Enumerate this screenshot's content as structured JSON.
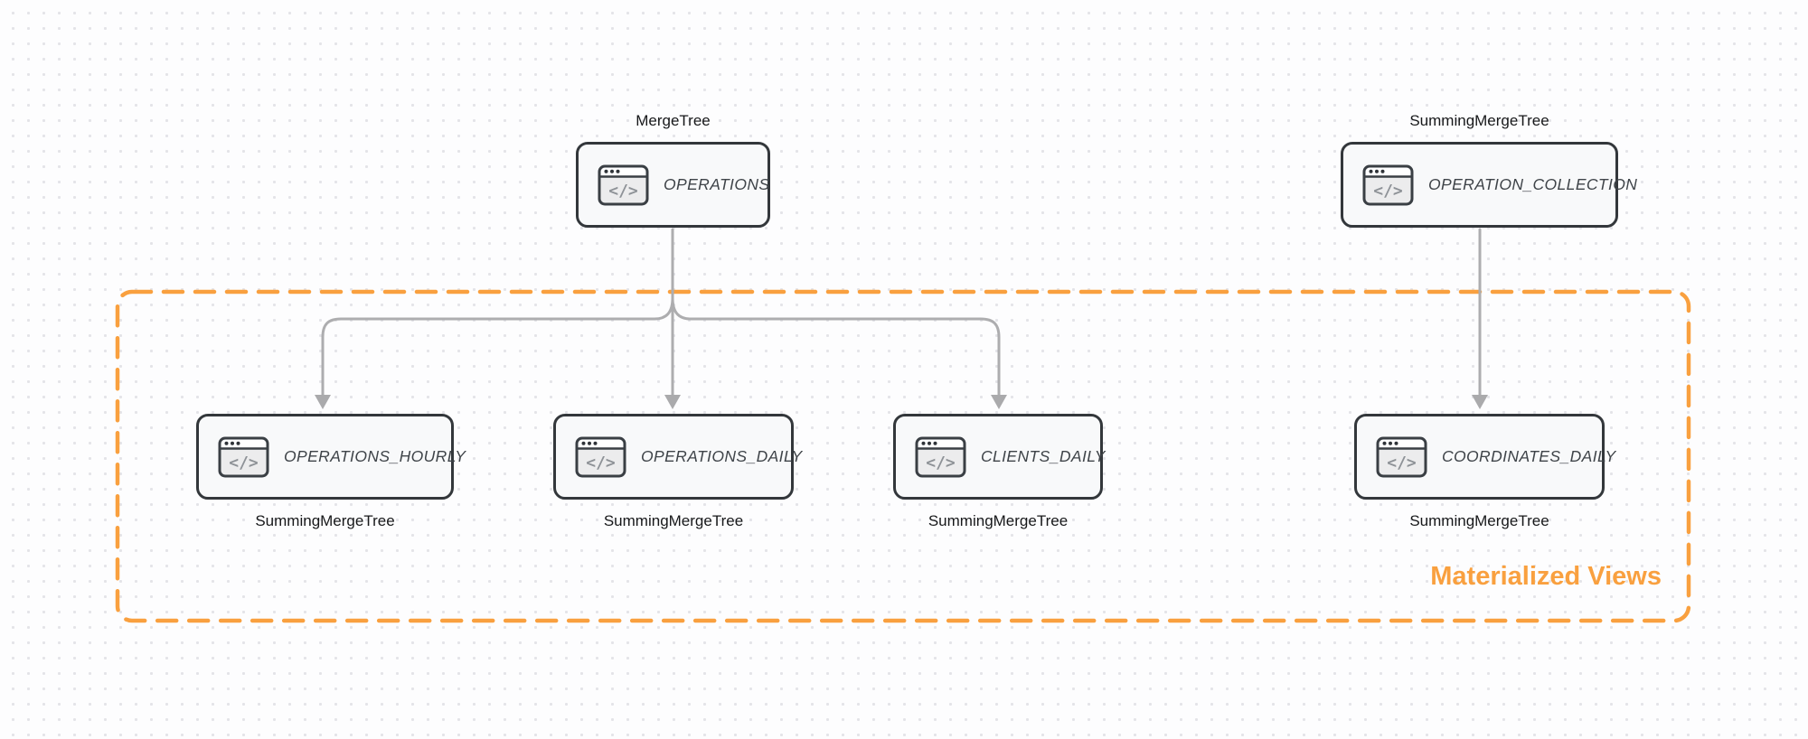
{
  "canvas": {
    "type": "database-schema-diagram",
    "colors": {
      "accent_orange": "#F9A03F",
      "arrow_gray": "#ADADAF",
      "box_border": "#33373B",
      "box_fill": "#F8F9FA",
      "canvas_background": "#FDFDFE",
      "dot_grid": "#E4E4E8",
      "label_text": "#17181A",
      "node_text": "#3F4449"
    }
  },
  "diagram": {
    "group_label": "Materialized Views",
    "group_members": [
      "OPERATIONS_HOURLY",
      "OPERATIONS_DAILY",
      "CLIENTS_DAILY",
      "COORDINATES_DAILY"
    ],
    "icon_glyph": "</>",
    "nodes": [
      {
        "id": "operations",
        "name": "OPERATIONS",
        "engine": "MergeTree",
        "icon": "code-window-icon"
      },
      {
        "id": "operation_collection",
        "name": "OPERATION_COLLECTION",
        "engine": "SummingMergeTree",
        "icon": "code-window-icon"
      },
      {
        "id": "operations_hourly",
        "name": "OPERATIONS_HOURLY",
        "engine": "SummingMergeTree",
        "icon": "code-window-icon"
      },
      {
        "id": "operations_daily",
        "name": "OPERATIONS_DAILY",
        "engine": "SummingMergeTree",
        "icon": "code-window-icon"
      },
      {
        "id": "clients_daily",
        "name": "CLIENTS_DAILY",
        "engine": "SummingMergeTree",
        "icon": "code-window-icon"
      },
      {
        "id": "coordinates_daily",
        "name": "COORDINATES_DAILY",
        "engine": "SummingMergeTree",
        "icon": "code-window-icon"
      }
    ],
    "edges": [
      {
        "from": "OPERATIONS",
        "to": "OPERATIONS_HOURLY"
      },
      {
        "from": "OPERATIONS",
        "to": "OPERATIONS_DAILY"
      },
      {
        "from": "OPERATIONS",
        "to": "CLIENTS_DAILY"
      },
      {
        "from": "OPERATION_COLLECTION",
        "to": "COORDINATES_DAILY"
      }
    ]
  }
}
